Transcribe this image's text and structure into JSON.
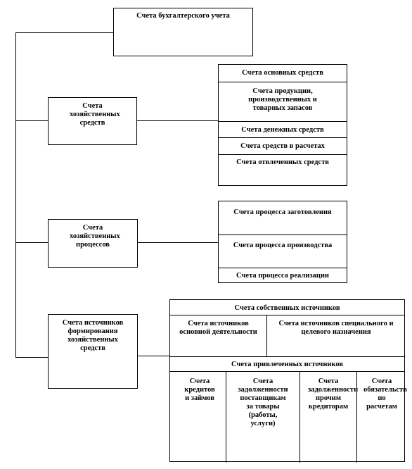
{
  "root": {
    "title": "Счета бухгалтерского учета"
  },
  "assets": {
    "label": "Счета хозяйственных средств",
    "items": [
      "Счета основных средств",
      "Счета продукции, производственных и товарных запасов",
      "Счета денежных средств",
      "Счета средств в расчетах",
      "Счета отвлеченных средств"
    ]
  },
  "processes": {
    "label": "Счета хозяйственных процессов",
    "items": [
      "Счета процесса заготовления",
      "Счета процесса производства",
      "Счета процесса реализации"
    ]
  },
  "sources": {
    "label": "Счета источников формирования хозяйственных средств",
    "own": {
      "title": "Счета собственных источников",
      "left": "Счета источников основной деятельности",
      "right": "Счета источников специального и целевого назначения"
    },
    "borrowed": {
      "title": "Счета привлеченных источников",
      "c1": "Счета кредитов и займов",
      "c2": "Счета задолженности поставщикам за товары (работы, услуги)",
      "c3": "Счета задолженности прочим кредиторам",
      "c4": "Счета обязательств по расчетам"
    }
  }
}
